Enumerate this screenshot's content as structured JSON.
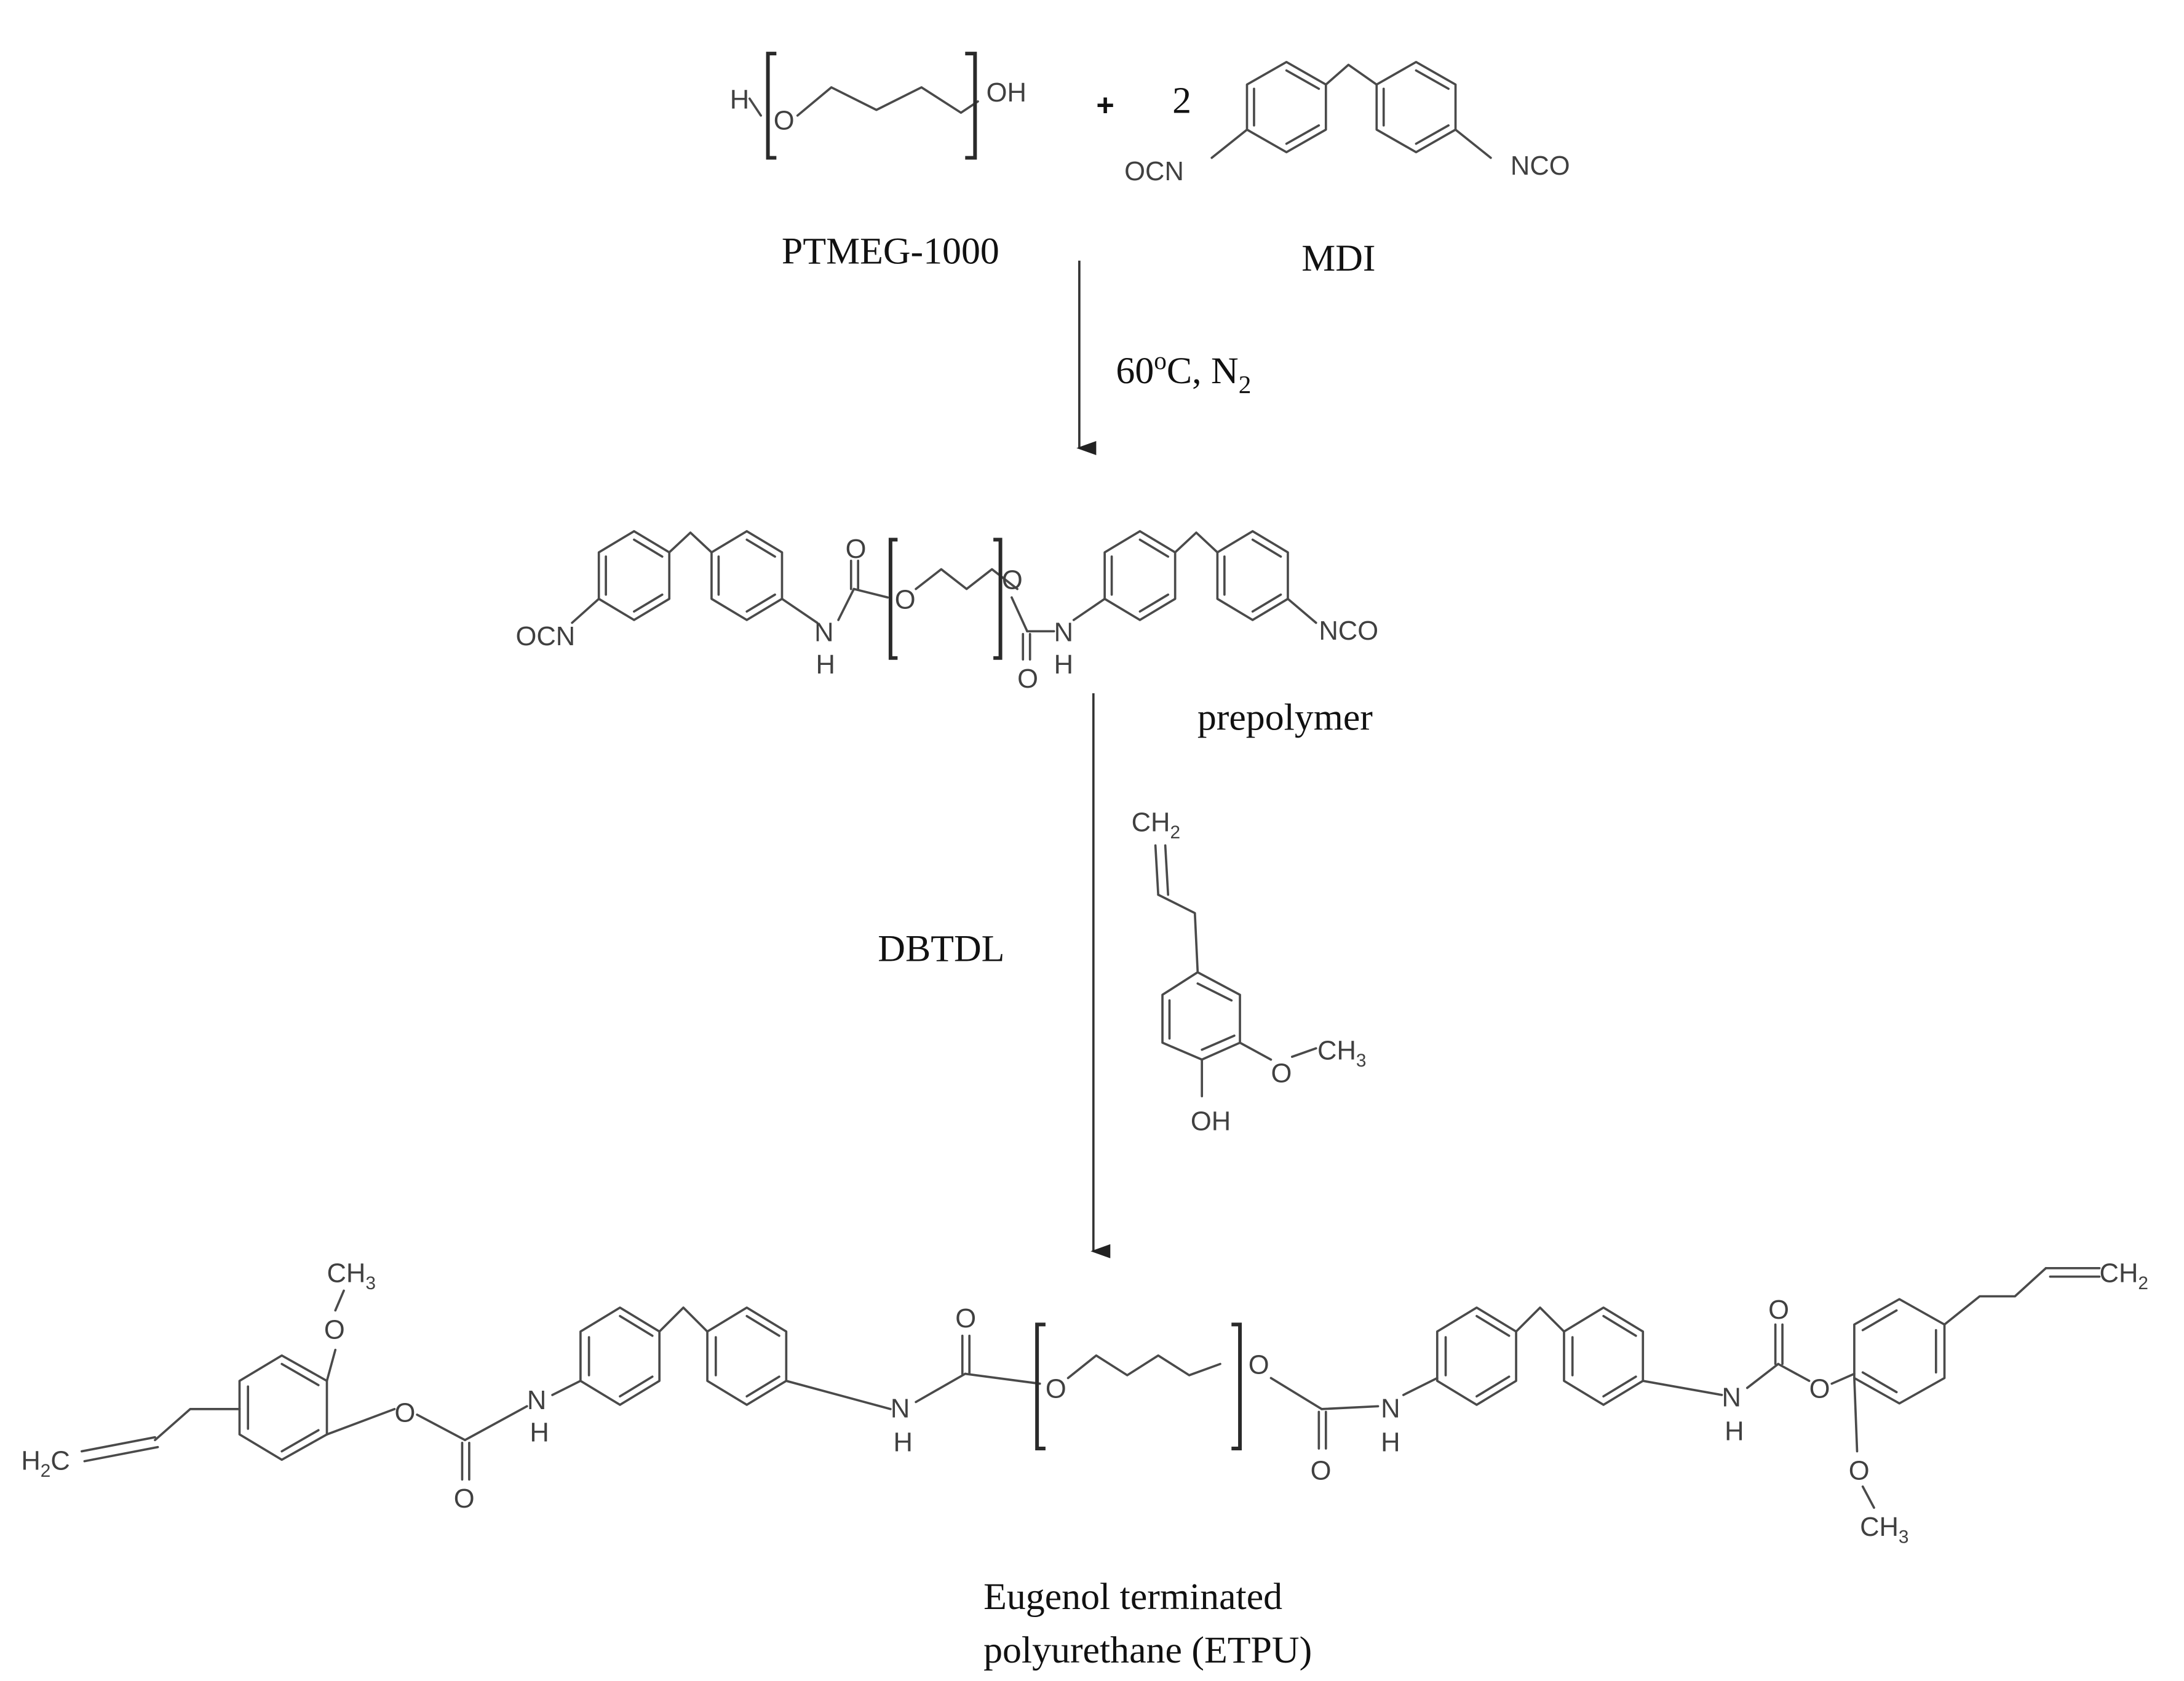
{
  "scheme": {
    "step1": {
      "reactant1": {
        "name": "PTMEG-1000",
        "groups": {
          "h": "H",
          "o": "O",
          "oh": "OH"
        }
      },
      "plus": "+",
      "coefficient": "2",
      "reactant2": {
        "name": "MDI",
        "groups": {
          "ocn": "OCN",
          "nco": "NCO"
        }
      },
      "conditions": {
        "temp": "60",
        "deg": "o",
        "unit": "C, N",
        "sub": "2"
      }
    },
    "intermediate": {
      "name": "prepolymer",
      "groups": {
        "ocn": "OCN",
        "nco": "NCO",
        "nh": "N",
        "h": "H",
        "o": "O"
      }
    },
    "step2": {
      "catalyst": "DBTDL",
      "reagent": {
        "name": "eugenol",
        "ch2": "CH",
        "ch2_sub": "2",
        "ch3": "CH",
        "ch3_sub": "3",
        "o": "O",
        "oh": "OH"
      }
    },
    "product": {
      "name_line1": "Eugenol terminated",
      "name_line2": "polyurethane (ETPU)",
      "groups": {
        "h2c": "H",
        "h2c_sub": "2",
        "c": "C",
        "ch2": "CH",
        "ch2_sub": "2",
        "ch3": "CH",
        "ch3_sub": "3",
        "o": "O",
        "n": "N",
        "h": "H"
      }
    }
  }
}
